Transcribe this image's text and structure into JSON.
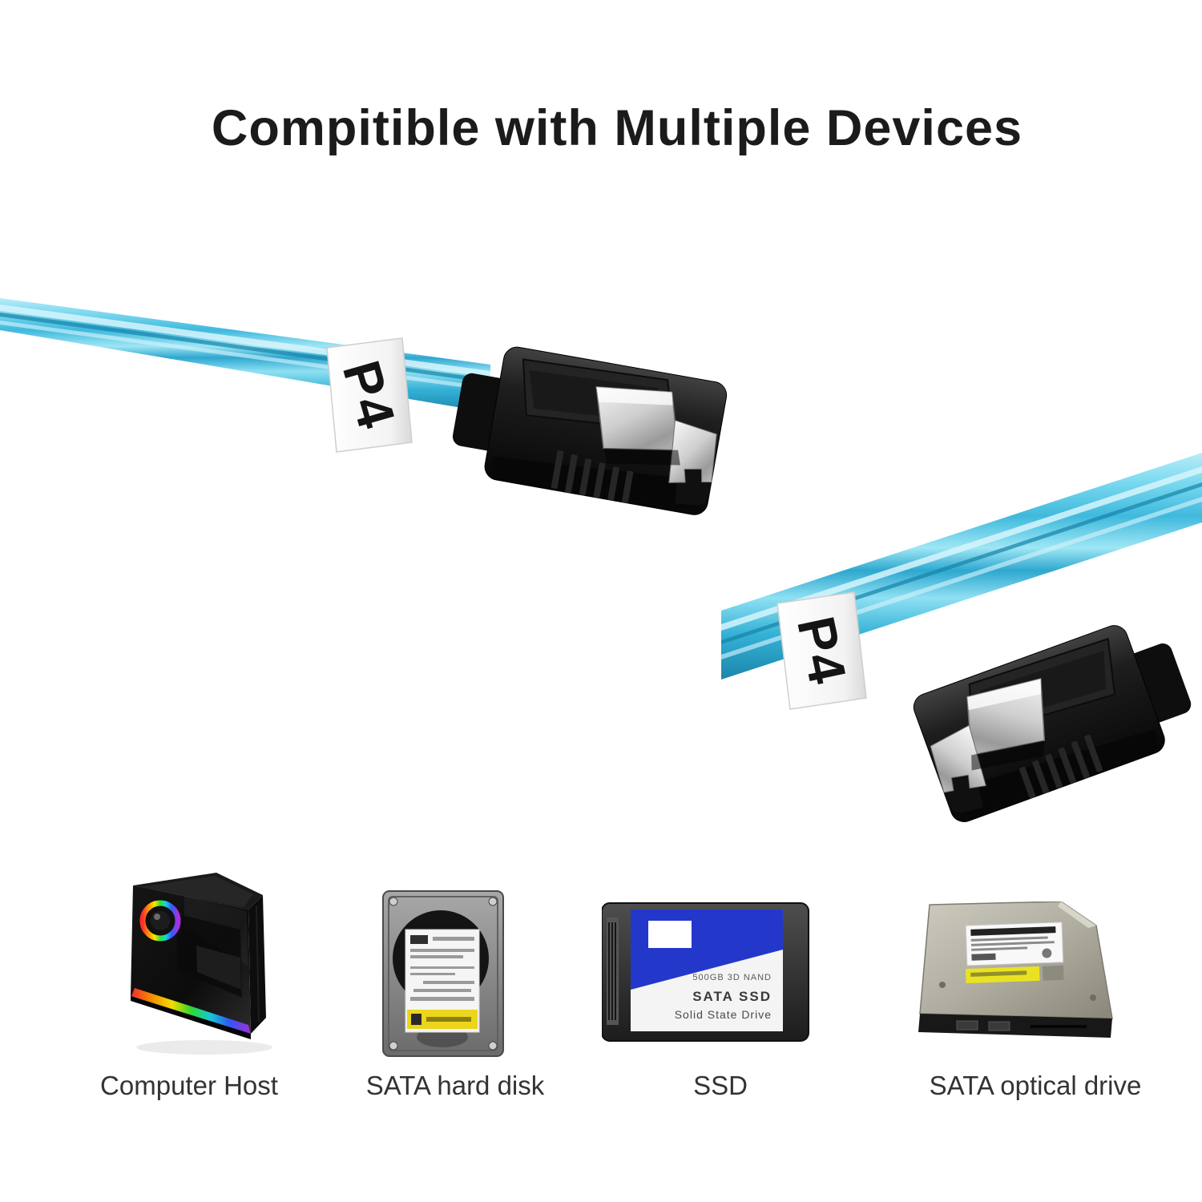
{
  "title": "Compitible with Multiple Devices",
  "cable_tags": {
    "top": "P4",
    "bottom": "P4"
  },
  "ssd_label": {
    "capacity": "500GB 3D NAND",
    "name": "SATA SSD",
    "subtitle": "Solid State Drive"
  },
  "devices": [
    {
      "label": "Computer Host"
    },
    {
      "label": "SATA hard disk"
    },
    {
      "label": "SSD"
    },
    {
      "label": "SATA optical drive"
    }
  ],
  "colors": {
    "background": "#ffffff",
    "title_text": "#1b1b1b",
    "caption_text": "#333333",
    "cable_blue": "#45c6e6",
    "connector_black": "#141414",
    "latch_silver": "#cccccc",
    "tag_white": "#fafafa",
    "ssd_label_blue": "#2437cb",
    "hdd_label_yellow": "#ecd61b",
    "odd_label_yellow": "#e9e223"
  }
}
